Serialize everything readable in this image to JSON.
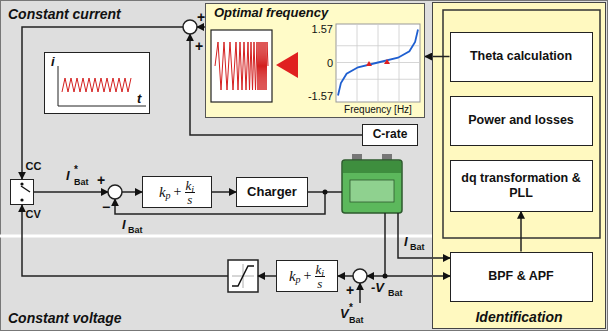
{
  "diagram": {
    "nodes": [
      {
        "text": [
          "Optimal frequency"
        ]
      },
      {
        "text": [
          "Identification"
        ]
      },
      {
        "text": [
          "Theta calculation"
        ],
        "in": 1
      },
      {
        "text": [
          "Power and losses"
        ],
        "in": 1
      },
      {
        "text": [
          "dq transformation & PLL"
        ],
        "in": 1
      },
      {
        "text": [
          "BPF & APF"
        ],
        "in": 1
      },
      {
        "text": [
          "i",
          "t"
        ]
      },
      {
        "text": [
          "C-rate"
        ]
      },
      {
        "text": [
          "CC",
          "CV"
        ]
      },
      {
        "text": [
          "k",
          "p",
          "+",
          "k",
          "i",
          "s"
        ]
      },
      {
        "text": [
          "Charger"
        ]
      },
      {
        "text": [
          "k",
          "p",
          "+",
          "k",
          "i",
          "s"
        ]
      }
    ],
    "edges": [
      {
        "from": 2,
        "to": 0,
        "arrow": "to"
      },
      {
        "from": 9,
        "to": 10,
        "arrow": "to"
      },
      {
        "from": 5,
        "to": 4,
        "arrow": "to"
      }
    ],
    "labels": [
      "Constant current",
      "Constant voltage",
      "1.57",
      "0",
      "-1.57",
      "Frequency [Hz]",
      "+",
      "+",
      "I",
      "*",
      "Bat",
      "+",
      "−",
      "I",
      "Bat",
      "I",
      "Bat",
      "-V",
      "Bat",
      "V",
      "*",
      "Bat",
      "+"
    ]
  }
}
